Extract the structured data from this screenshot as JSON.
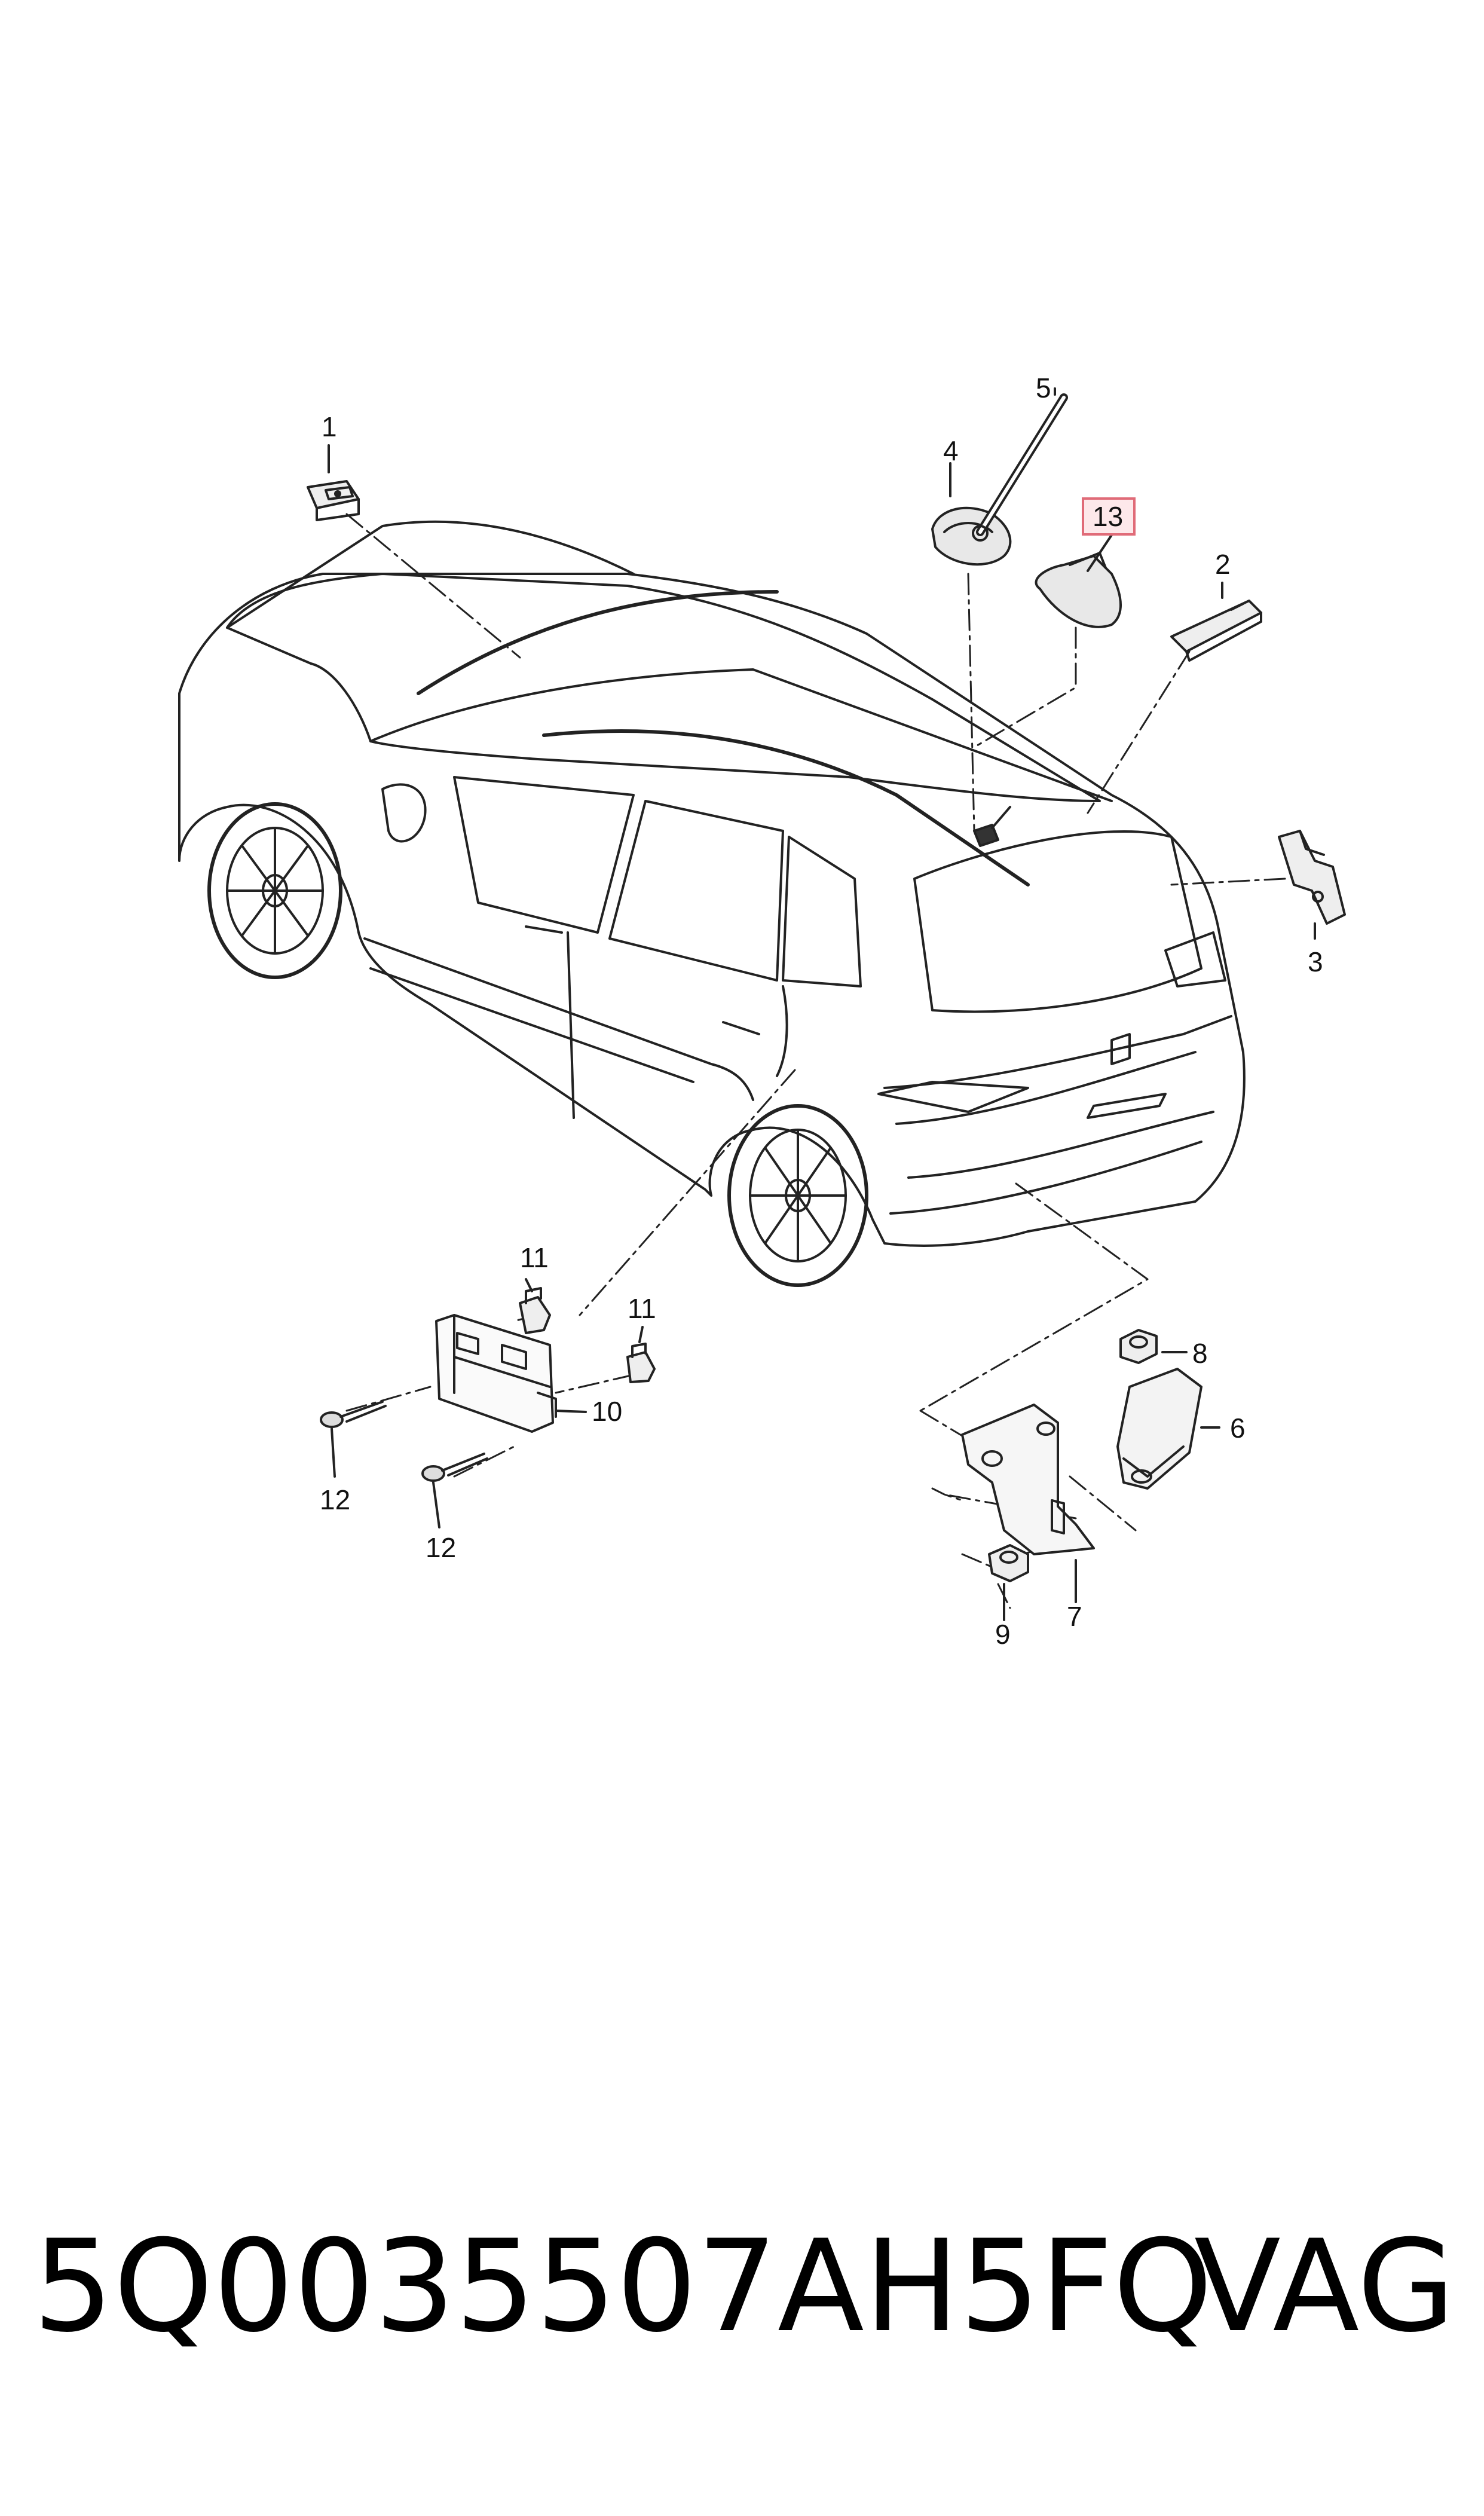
{
  "callouts": {
    "c1": "1",
    "c2": "2",
    "c3": "3",
    "c4": "4",
    "c5": "5",
    "c6": "6",
    "c7": "7",
    "c8": "8",
    "c9": "9",
    "c10": "10",
    "c11a": "11",
    "c11b": "11",
    "c12a": "12",
    "c12b": "12",
    "c13": "13"
  },
  "highlight_color": "#e06b78",
  "highlight_fill": "#fde8ea",
  "footer": {
    "part_number": "5Q0035507AH5FQ",
    "brand": "VAG"
  }
}
